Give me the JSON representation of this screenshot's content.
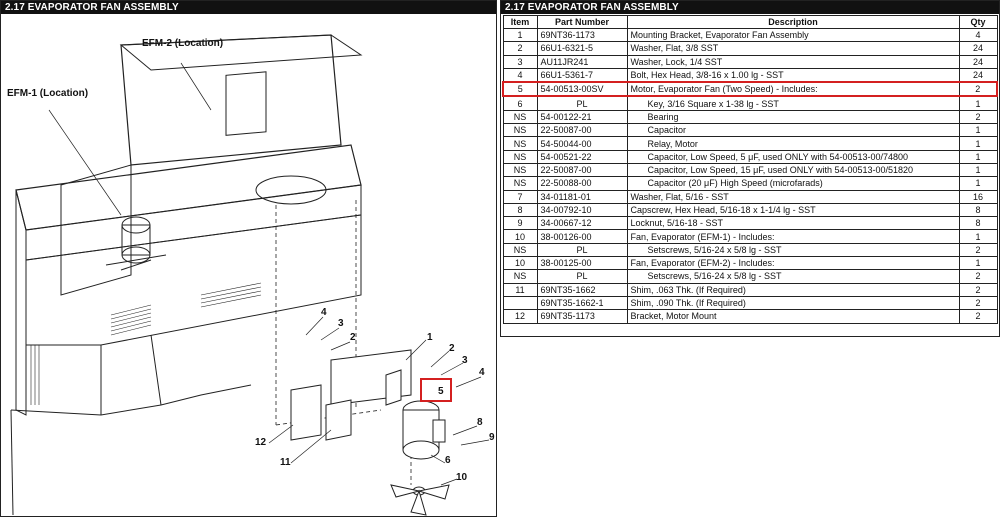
{
  "left_panel": {
    "title": "2.17 EVAPORATOR FAN ASSEMBLY",
    "callouts": {
      "efm2": "EFM-2 (Location)",
      "efm1": "EFM-1 (Location)",
      "n1": "1",
      "n2": "2",
      "n3a": "3",
      "n3b": "3",
      "n4a": "4",
      "n4b": "4",
      "n5": "5",
      "n6": "6",
      "n8": "8",
      "n9": "9",
      "n10": "10",
      "n11": "11",
      "n12": "12"
    }
  },
  "right_panel": {
    "title": "2.17 EVAPORATOR FAN ASSEMBLY",
    "headers": {
      "item": "Item",
      "part": "Part Number",
      "desc": "Description",
      "qty": "Qty"
    },
    "rows": [
      {
        "item": "1",
        "part": "69NT36-1173",
        "desc": "Mounting Bracket, Evaporator Fan Assembly",
        "qty": "4"
      },
      {
        "item": "2",
        "part": "66U1-6321-5",
        "desc": "Washer, Flat, 3/8    SST",
        "qty": "24"
      },
      {
        "item": "3",
        "part": "AU11JR241",
        "desc": "Washer, Lock, 1/4    SST",
        "qty": "24"
      },
      {
        "item": "4",
        "part": "66U1-5361-7",
        "desc": "Bolt, Hex Head, 3/8-16 x 1.00 lg - SST",
        "qty": "24"
      },
      {
        "item": "5",
        "part": "54-00513-00SV",
        "desc": "Motor, Evaporator Fan (Two Speed) - Includes:",
        "qty": "2"
      },
      {
        "item": "6",
        "part": "PL",
        "desc": "Key, 3/16 Square x 1-38 lg - SST",
        "qty": "1"
      },
      {
        "item": "NS",
        "part": "54-00122-21",
        "desc": "Bearing",
        "qty": "2"
      },
      {
        "item": "NS",
        "part": "22-50087-00",
        "desc": "Capacitor",
        "qty": "1"
      },
      {
        "item": "NS",
        "part": "54-50044-00",
        "desc": "Relay, Motor",
        "qty": "1"
      },
      {
        "item": "NS",
        "part": "54-00521-22",
        "desc": "Capacitor, Low Speed, 5 μF, used ONLY with 54-00513-00/74800",
        "qty": "1"
      },
      {
        "item": "NS",
        "part": "22-50087-00",
        "desc": "Capacitor, Low Speed, 15 μF, used ONLY with 54-00513-00/51820",
        "qty": "1"
      },
      {
        "item": "NS",
        "part": "22-50088-00",
        "desc": "Capacitor (20 μF) High Speed (microfarads)",
        "qty": "1"
      },
      {
        "item": "7",
        "part": "34-01181-01",
        "desc": "Washer, Flat, 5/16 - SST",
        "qty": "16"
      },
      {
        "item": "8",
        "part": "34-00792-10",
        "desc": "Capscrew, Hex Head, 5/16-18 x 1-1/4 lg - SST",
        "qty": "8"
      },
      {
        "item": "9",
        "part": "34-00667-12",
        "desc": "Locknut, 5/16-18 - SST",
        "qty": "8"
      },
      {
        "item": "10",
        "part": "38-00126-00",
        "desc": "Fan, Evaporator (EFM-1) - Includes:",
        "qty": "1"
      },
      {
        "item": "NS",
        "part": "PL",
        "desc": "Setscrews, 5/16-24 x 5/8 lg - SST",
        "qty": "2"
      },
      {
        "item": "10",
        "part": "38-00125-00",
        "desc": "Fan, Evaporator (EFM-2) - Includes:",
        "qty": "1"
      },
      {
        "item": "NS",
        "part": "PL",
        "desc": "Setscrews, 5/16-24 x 5/8 lg - SST",
        "qty": "2"
      },
      {
        "item": "11",
        "part": "69NT35-1662",
        "desc": "Shim, .063 Thk. (If Required)",
        "qty": "2"
      },
      {
        "item": "",
        "part": "69NT35-1662-1",
        "desc": "Shim, .090 Thk. (If Required)",
        "qty": "2"
      },
      {
        "item": "12",
        "part": "69NT35-1173",
        "desc": "Bracket, Motor Mount",
        "qty": "2"
      }
    ]
  },
  "colors": {
    "highlight": "#d42020",
    "header_bar": "#111111"
  }
}
